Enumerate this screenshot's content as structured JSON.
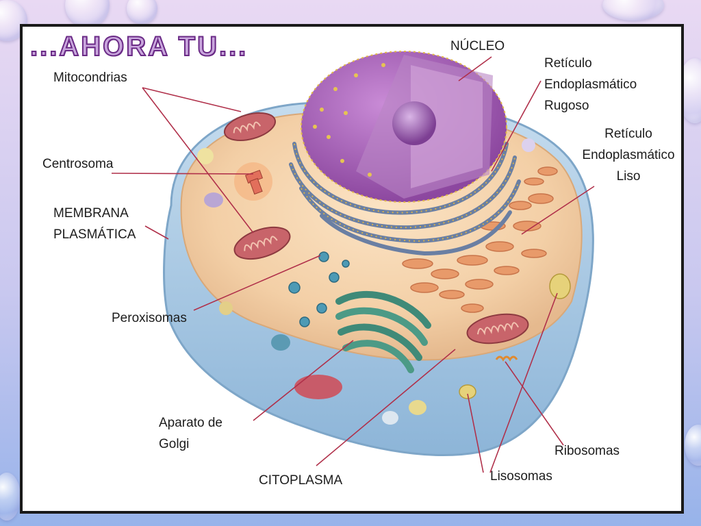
{
  "title": "...AHORA TU...",
  "labels": {
    "nucleo": "NÚCLEO",
    "rer": "Retículo\nEndoplasmático\nRugoso",
    "ser": "Retículo\nEndoplasmático\nLiso",
    "mitocondrias": "Mitocondrias",
    "centrosoma": "Centrosoma",
    "membrana": "MEMBRANA\nPLASMÁTICA",
    "peroxisomas": "Peroxisomas",
    "golgi": "Aparato de\nGolgi",
    "citoplasma": "CITOPLASMA",
    "lisosomas": "Lisosomas",
    "ribosomas": "Ribosomas"
  },
  "colors": {
    "frame_border": "#1a1a1a",
    "pointer_line": "#b0304a",
    "title_fill": "#c9a6dd",
    "title_stroke": "#6a2a86",
    "nucleus": "#a05cb5",
    "mitochondria": "#c8646a",
    "golgi": "#3f8a78",
    "membrane": "#9fc1dd"
  }
}
